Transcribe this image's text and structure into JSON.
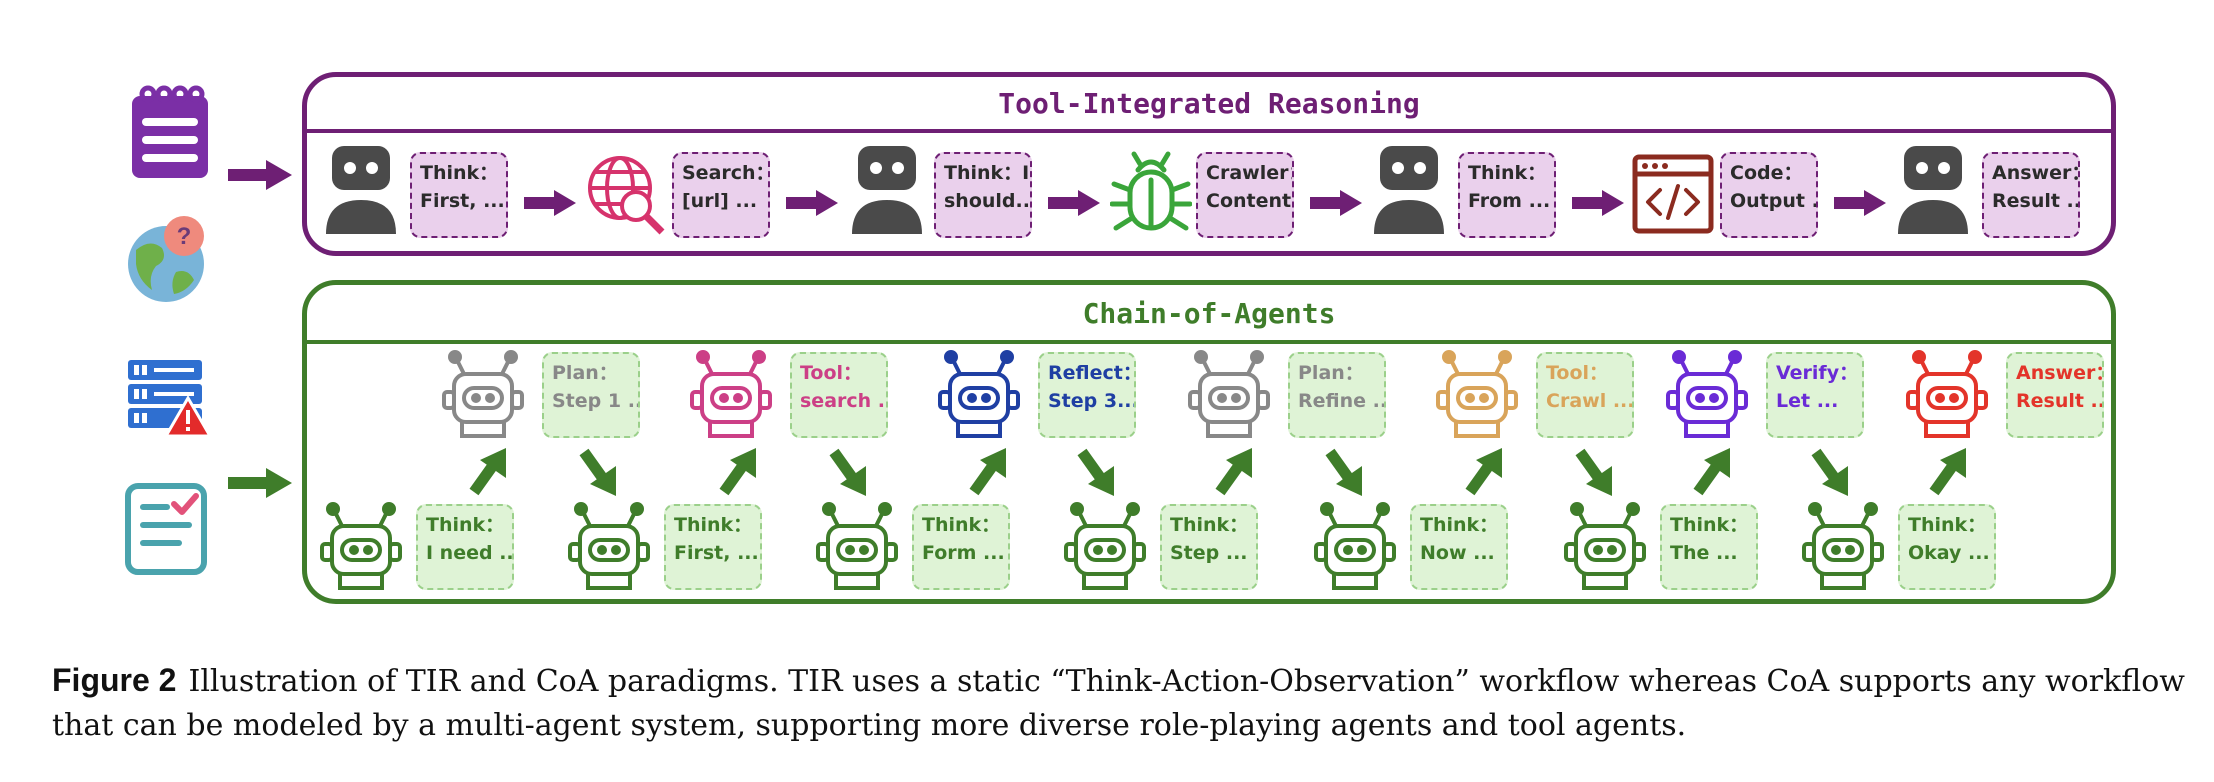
{
  "tir": {
    "title": "Tool-Integrated Reasoning",
    "steps": [
      {
        "icon": "robot-icon",
        "text": "Think：\nFirst, ..."
      },
      {
        "icon": "globe-search-icon",
        "text": "Search：\n[url] ..."
      },
      {
        "icon": "robot-icon",
        "text": "Think：I\nshould..."
      },
      {
        "icon": "bug-icon",
        "text": "Crawler：\nContent..."
      },
      {
        "icon": "robot-icon",
        "text": "Think：\nFrom ..."
      },
      {
        "icon": "code-window-icon",
        "text": "Code：\nOutput ..."
      },
      {
        "icon": "robot-icon",
        "text": "Answer：\nResult ..."
      }
    ],
    "color": "#6e1f74"
  },
  "coa": {
    "title": "Chain-of-Agents",
    "color": "#3f7d2a",
    "bottom": [
      "Think：\nI need ...",
      "Think：\nFirst, ...",
      "Think：\nForm ...",
      "Think：\nStep ...",
      "Think：\nNow ...",
      "Think：\nThe ...",
      "Think：\nOkay ..."
    ],
    "top": [
      {
        "text": "Plan：\nStep 1 ...",
        "color": "#888888"
      },
      {
        "text": "Tool：\nsearch ...",
        "color": "#cc3f86"
      },
      {
        "text": "Reflect：\nStep 3...",
        "color": "#1f3fa3"
      },
      {
        "text": "Plan：\nRefine ...",
        "color": "#888888"
      },
      {
        "text": "Tool：\nCrawl ...",
        "color": "#d9a45a"
      },
      {
        "text": "Verify：\nLet ...",
        "color": "#6a2bd6"
      },
      {
        "text": "Answer：\nResult ...",
        "color": "#e3342a"
      }
    ]
  },
  "left_icons": [
    "notepad-icon",
    "globe-question-icon",
    "server-warning-icon",
    "checklist-icon"
  ],
  "caption": {
    "label": "Figure 2",
    "text": "Illustration of TIR and CoA paradigms. TIR uses a static “Think-Action-Observation” workflow whereas CoA supports any workflow that can be modeled by a multi-agent system, supporting more diverse role-playing agents and tool agents."
  }
}
